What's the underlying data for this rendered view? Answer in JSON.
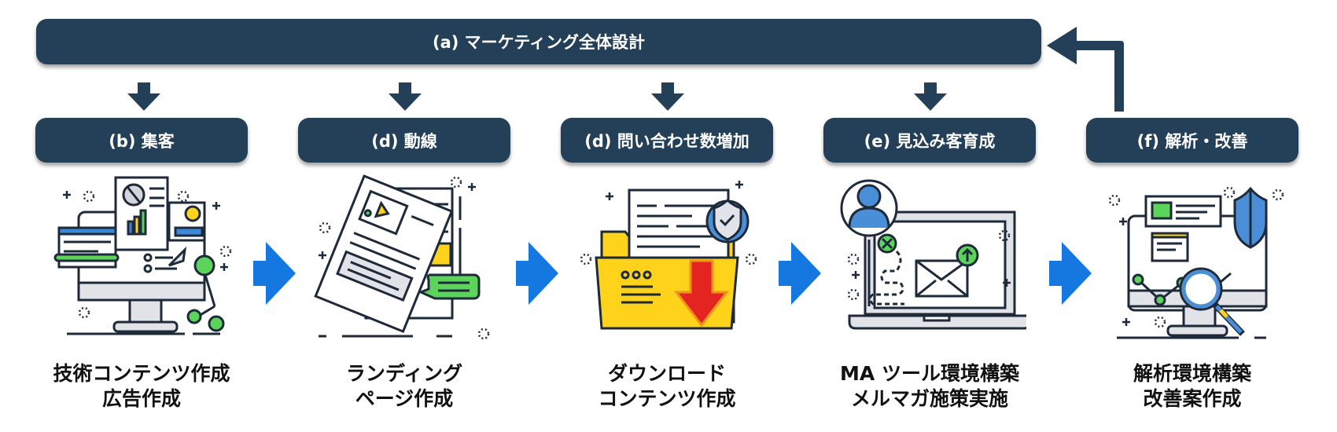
{
  "header": {
    "label": "(a) マーケティング全体設計"
  },
  "colors": {
    "navy": "#243f58",
    "flow_arrow": "#1478e0",
    "green": "#5cd45c",
    "yellow": "#ffd21c",
    "blue": "#4a8ed8",
    "red": "#e32420"
  },
  "stages": [
    {
      "label": "(b) 集客",
      "caption": [
        "技術コンテンツ作成",
        "広告作成"
      ],
      "icon": "monitor-reports-icon"
    },
    {
      "label": "(d) 動線",
      "caption": [
        "ランディング",
        "ページ作成"
      ],
      "icon": "landing-page-icon"
    },
    {
      "label": "(d) 問い合わせ数増加",
      "caption": [
        "ダウンロード",
        "コンテンツ作成"
      ],
      "icon": "folder-download-icon"
    },
    {
      "label": "(e) 見込み客育成",
      "caption": [
        "MA ツール環境構築",
        "メルマガ施策実施"
      ],
      "icon": "laptop-email-icon"
    },
    {
      "label": "(f) 解析・改善",
      "caption": [
        "解析環境構築",
        "改善案作成"
      ],
      "icon": "monitor-analytics-icon"
    }
  ]
}
